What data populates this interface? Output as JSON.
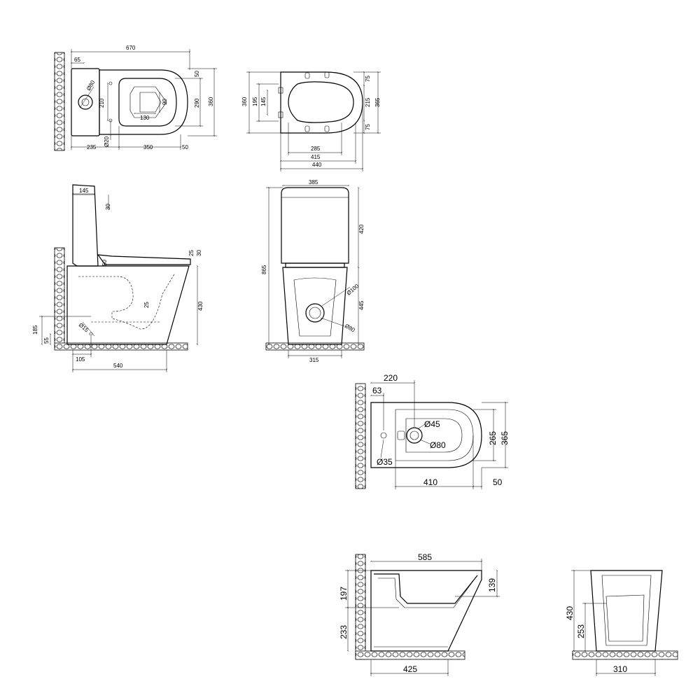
{
  "views": {
    "wc_top": {
      "dims": [
        "670",
        "65",
        "Ø80",
        "210",
        "130",
        "90",
        "290",
        "360",
        "50",
        "235",
        "Ø20",
        "350",
        "50"
      ]
    },
    "seat_top": {
      "dims": [
        "360",
        "195",
        "145",
        "75",
        "215",
        "365",
        "75",
        "285",
        "415",
        "440"
      ]
    },
    "wc_side": {
      "dims": [
        "145",
        "30",
        "50",
        "25",
        "30",
        "430",
        "25",
        "Ø15",
        "185",
        "55",
        "105",
        "540"
      ]
    },
    "wc_front": {
      "dims": [
        "385",
        "420",
        "865",
        "Ø100",
        "445",
        "Ø80",
        "315"
      ]
    },
    "bidet_top": {
      "dims": [
        "220",
        "63",
        "Ø45",
        "265",
        "365",
        "Ø80",
        "Ø35",
        "410",
        "50"
      ]
    },
    "bidet_side": {
      "dims": [
        "585",
        "139",
        "197",
        "233",
        "425"
      ]
    },
    "bidet_front": {
      "dims": [
        "430",
        "253",
        "310"
      ]
    }
  }
}
